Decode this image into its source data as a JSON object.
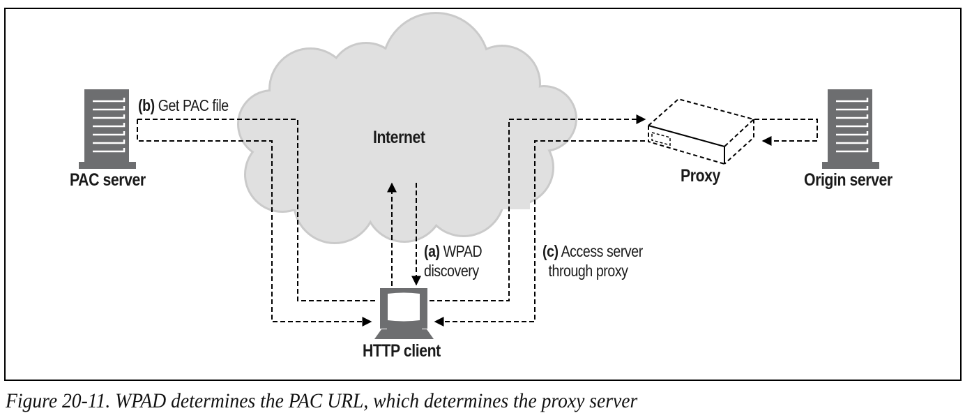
{
  "figure": {
    "caption": "Figure 20-11. WPAD determines the PAC URL, which determines the proxy server",
    "colors": {
      "cloud_fill": "#e0e0e0",
      "cloud_edge": "#c4c4c4",
      "icon_gray": "#6d6e70",
      "line": "#000000"
    }
  },
  "nodes": {
    "pac_server": {
      "label": "PAC server",
      "icon": "server-icon"
    },
    "internet": {
      "label": "Internet",
      "icon": "cloud-icon"
    },
    "proxy": {
      "label": "Proxy",
      "icon": "proxy-box-icon"
    },
    "origin_server": {
      "label": "Origin server",
      "icon": "server-icon"
    },
    "http_client": {
      "label": "HTTP client",
      "icon": "computer-icon"
    }
  },
  "steps": {
    "a": {
      "tag": "(a)",
      "text_line1": "WPAD",
      "text_line2": "discovery"
    },
    "b": {
      "tag": "(b)",
      "text": "Get PAC file"
    },
    "c": {
      "tag": "(c)",
      "text_line1": "Access server",
      "text_line2": "through proxy"
    }
  }
}
